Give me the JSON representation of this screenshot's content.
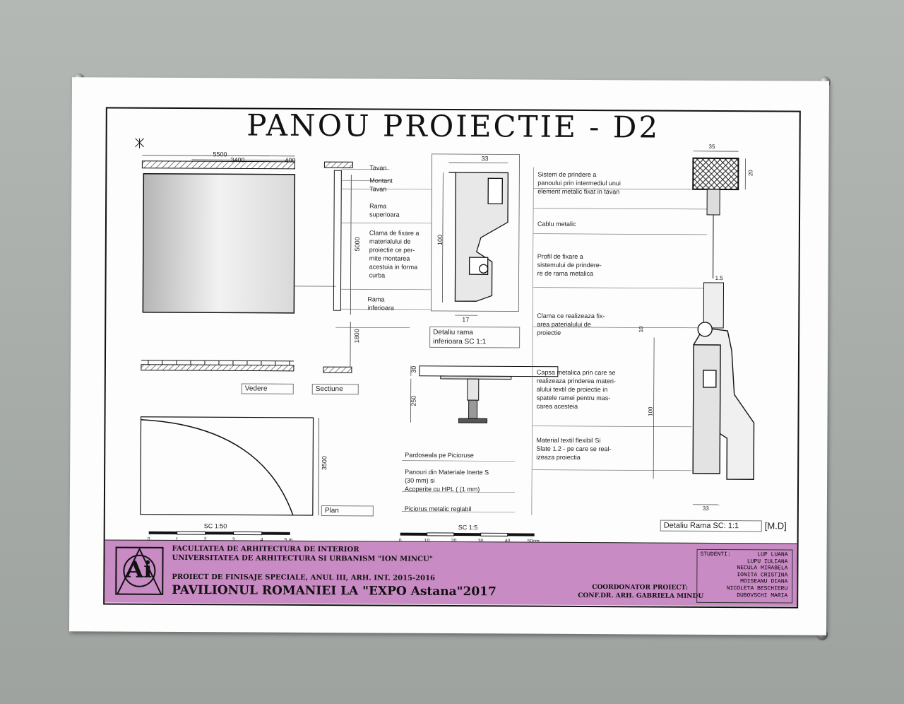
{
  "title": "PANOU PROIECTIE   -   D2",
  "elevation": {
    "dims": [
      "5500",
      "3400",
      "400"
    ],
    "height_dim": "5000",
    "below_dim": "1800",
    "view_label": "Vedere",
    "section_label": "Sectiune",
    "plan_label": "Plan",
    "plan_dim": "3500",
    "scale_label": "SC 1:50",
    "scale_ticks": [
      "0",
      "1",
      "2",
      "3",
      "4",
      "5 m"
    ]
  },
  "section_notes": [
    {
      "text": "Tavan"
    },
    {
      "text": "Montant\nTavan"
    },
    {
      "text": "Rama\nsuperioara"
    },
    {
      "text": "Clama de fixare a\nmaterialului de\nproiectie  ce per-\nmite montarea\nacestuia in forma\ncurba"
    },
    {
      "text": "Rama\ninferioara"
    }
  ],
  "detail_bottom": {
    "dims": [
      "33",
      "100",
      "17"
    ],
    "label": "Detaliu rama\ninferioara SC 1:1"
  },
  "floor_detail": {
    "dims": [
      "30",
      "250"
    ],
    "notes": [
      "Pardoseala pe Picioruse",
      "Panouri din Materiale Inerte S\n(30 mm) si\nAcoperite cu HPL ( (1 mm)",
      "Piciorus metalic reglabil"
    ],
    "scale_label": "SC 1:5",
    "scale_ticks": [
      "0",
      "10",
      "20",
      "30",
      "40",
      "50cm"
    ]
  },
  "detail_right": {
    "dims": [
      "35",
      "20",
      "1.5",
      "10",
      "100",
      "33"
    ],
    "notes": [
      "Sistem de prindere a\npanoului prin intermediul unui\nelement metalic fixat in tavan",
      "Cablu metalic",
      "Profil de fixare  a\nsistemului de prindere-\nre de rama metalica",
      "Clama ce realizeaza fix-\narea paterialului de\nproiectie",
      "Capsa metalica prin care se\nrealizeaza prinderea materi-\nalului textil de proiectie in\nspatele ramei pentru mas-\ncarea acesteia",
      "Material textil flexibil Si\nSlate 1.2 - pe care se real-\nizeaza proiectia"
    ],
    "label": "Detaliu Rama SC: 1:1",
    "initials": "[M.D]"
  },
  "title_block": {
    "logo": "Ai",
    "faculty": "FACULTATEA DE ARHITECTURA DE INTERIOR",
    "university": "UNIVERSITATEA DE ARHITECTURA SI URBANISM \"ION MINCU\"",
    "project": "PROIECT DE FINISAJE SPECIALE, ANUL III, ARH. INT. 2015-2016",
    "pavilion": "PAVILIONUL ROMANIEI LA \"EXPO Astana\"2017",
    "coordinator_label": "COORDONATOR PROIECT:",
    "coordinator": "CONF.DR. ARH.  GABRIELA MINDU",
    "students_label": "STUDENTI:",
    "students": [
      "LUP LUANA",
      "LUPU IULIANA",
      "NECULA MIRABELA",
      "IONITA CRISTINA",
      "MOISEANU DIANA",
      "NICOLETA BESCHIERU",
      "DUBOVSCHI MARIA"
    ]
  },
  "colors": {
    "band": "#c98bc4",
    "ink": "#111111",
    "sheet": "#fdfdfd",
    "wall": "#a9aeab"
  }
}
